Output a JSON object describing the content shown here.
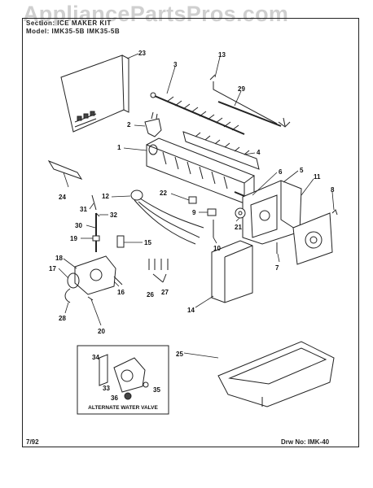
{
  "watermark": "AppliancePartsPros.com",
  "header": {
    "section_line": "Section: ICE MAKER KIT",
    "model_line": "Model: IMK35-5B  IMK35-5B"
  },
  "footer": {
    "date": "7/92",
    "drawing_number": "Drw No: IMK-40"
  },
  "inset_caption": "ALTERNATE WATER VALVE",
  "callouts": [
    "1",
    "2",
    "3",
    "4",
    "5",
    "6",
    "7",
    "8",
    "9",
    "10",
    "11",
    "12",
    "13",
    "14",
    "15",
    "16",
    "17",
    "18",
    "19",
    "20",
    "21",
    "22",
    "23",
    "24",
    "25",
    "26",
    "27",
    "28",
    "29",
    "30",
    "31",
    "32",
    "33",
    "34",
    "35",
    "36"
  ]
}
